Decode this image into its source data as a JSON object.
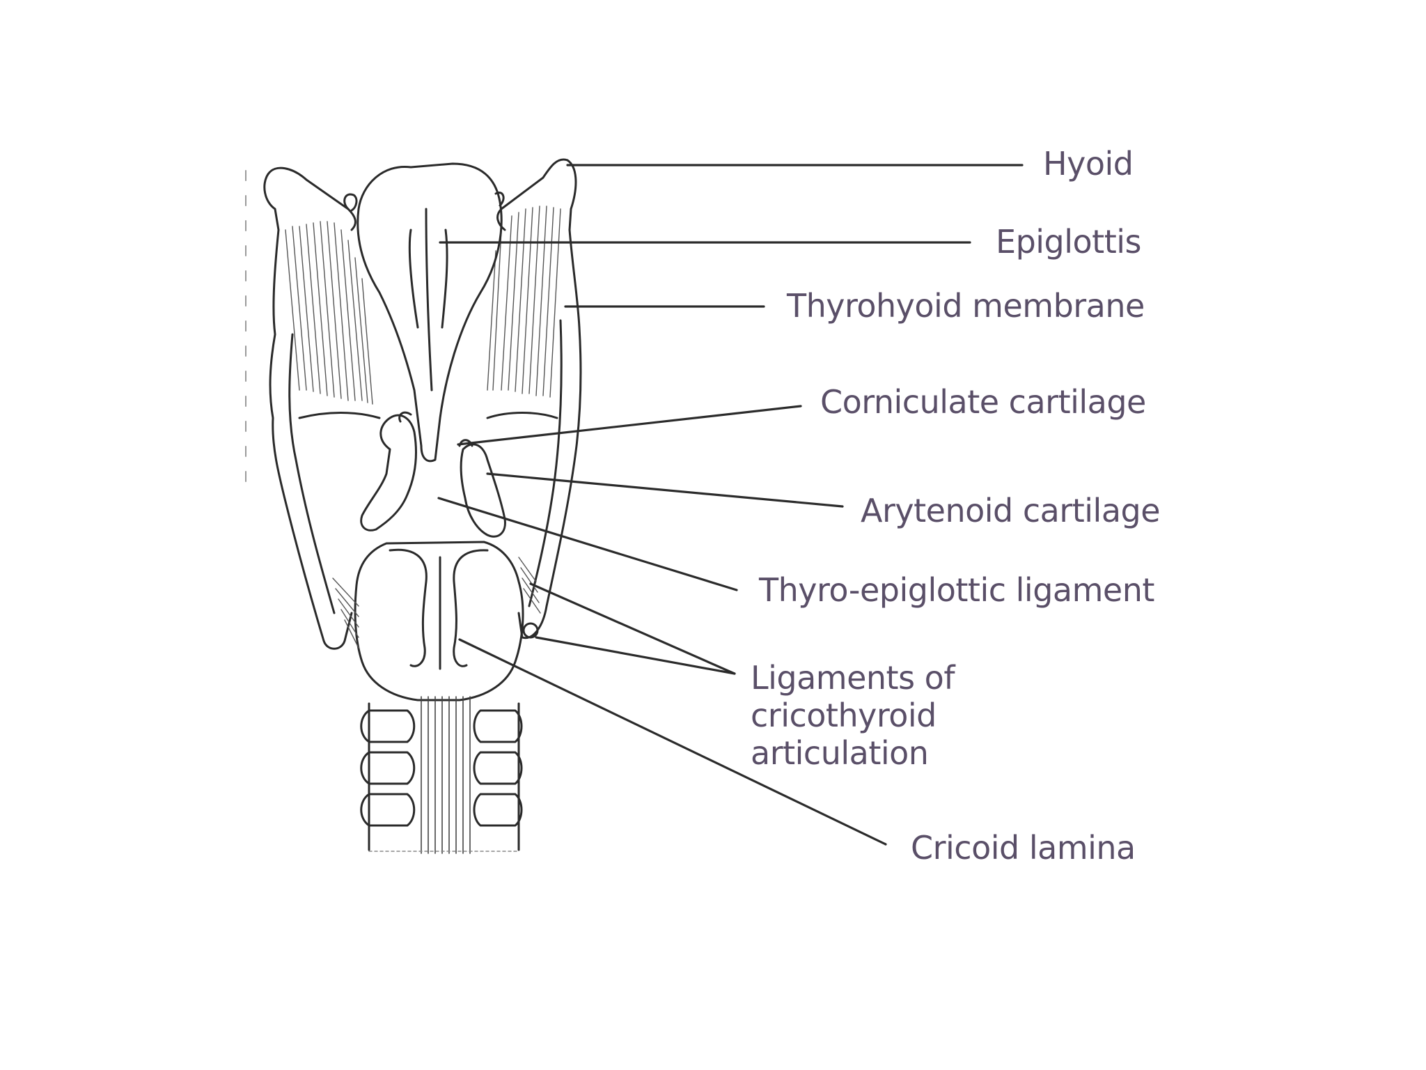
{
  "colors": {
    "background": "#ffffff",
    "line_art": "#2a2a2a",
    "leader_line": "#2b2b2b",
    "label_text": "#5a4f68"
  },
  "labels": {
    "hyoid": "Hyoid",
    "epiglottis": "Epiglottis",
    "thyrohyoid_membrane": "Thyrohyoid membrane",
    "corniculate_cartilage": "Corniculate cartilage",
    "arytenoid_cartilage": "Arytenoid cartilage",
    "thyro_epiglottic_ligament": "Thyro-epiglottic ligament",
    "ligaments_cricothyroid_line1": "Ligaments of cricothyroid",
    "ligaments_cricothyroid_line2": "articulation",
    "cricoid_lamina": "Cricoid lamina"
  }
}
